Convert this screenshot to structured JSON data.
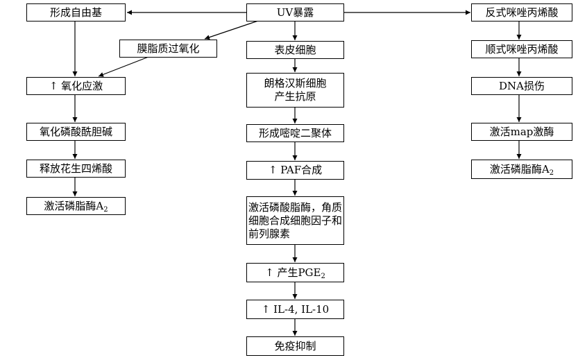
{
  "nodes": {
    "uv": "UV暴露",
    "free_radical": "形成自由基",
    "lipid_peroxidation": "膜脂质过氧化",
    "oxidative_stress": "↑ 氧化应激",
    "phosphatidylcholine": "氧化磷酸酰胆碱",
    "arachidonic": "释放花生四烯酸",
    "pla2_left_main": "激活磷脂酶A",
    "pla2_left_sub": "2",
    "epidermal": "表皮细胞",
    "langerhans": "朗格汉斯细胞产生抗原",
    "dimer": "形成嘧啶二聚体",
    "paf_arrow": "↑ ",
    "paf_main": "PAF合成",
    "cytokines": "激活磷酸脂酶，角质细胞合成细胞因子和前列腺素",
    "pge_main": "↑ 产生PGE",
    "pge_sub": "2",
    "il": "↑ IL-4, IL-10",
    "immune": "免疫抑制",
    "trans": "反式咪唑丙烯酸",
    "cis": "顺式咪唑丙烯酸",
    "dna": "DNA损伤",
    "map": "激活map激酶",
    "pla2_right_main": "激活磷脂酶A",
    "pla2_right_sub": "2"
  }
}
